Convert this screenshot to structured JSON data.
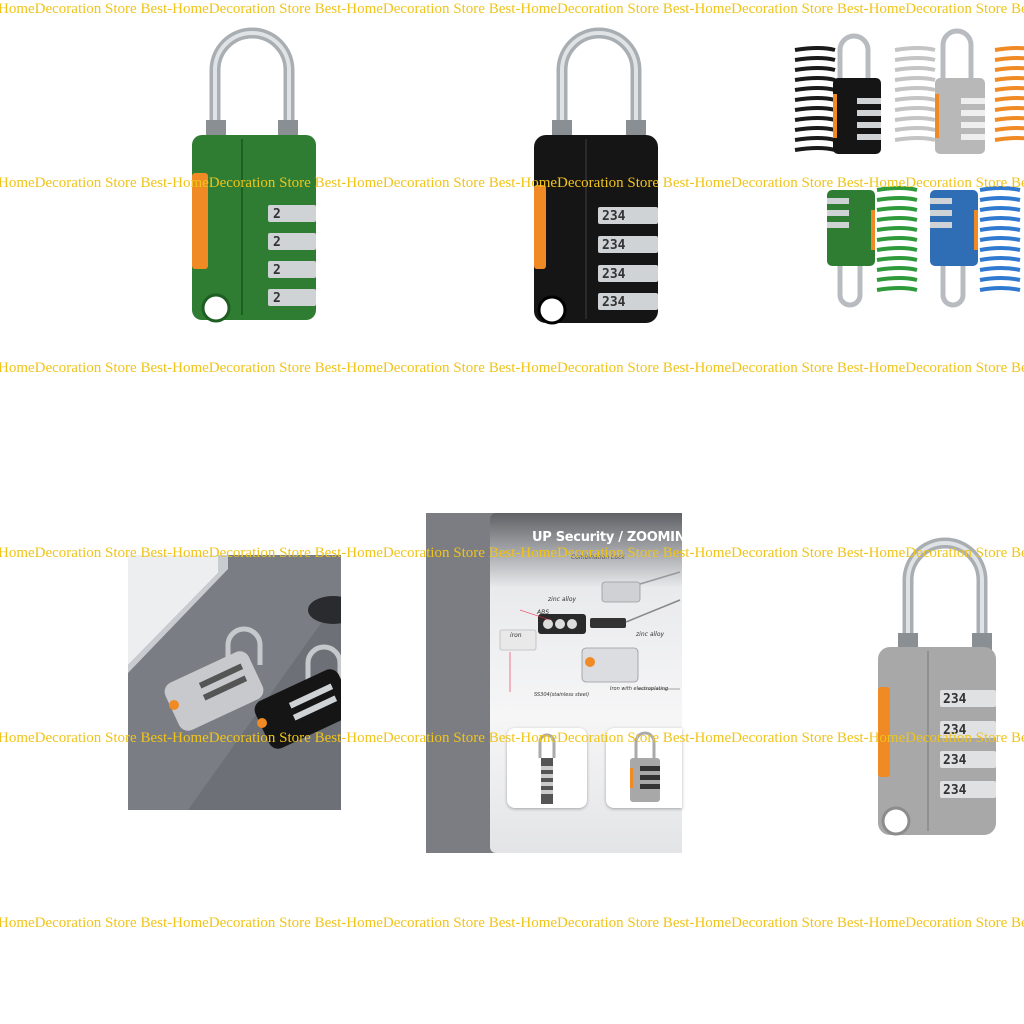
{
  "watermark": {
    "text": "Best-HomeDecoration Store",
    "repeat_text": "HomeDecoration Store Best-HomeDecoration Store Best-HomeDecoration Store Best-HomeDecoration Store Best-HomeDecoration Store Best-HomeDecoration Store Best-Ho",
    "color": "#f0c419"
  },
  "products": [
    {
      "id": "green-lock",
      "color": "#2e7d32",
      "accent": "#f08a24",
      "dials": [
        "2",
        "2",
        "2",
        "2"
      ]
    },
    {
      "id": "black-lock",
      "color": "#151515",
      "accent": "#f08a24",
      "dials": [
        "234",
        "234",
        "234",
        "234"
      ]
    },
    {
      "id": "coil-lock-variants",
      "colors": [
        "#1a1a1a",
        "#bdbdbd",
        "#f08a24",
        "#2e7d32",
        "#2f6db5"
      ]
    },
    {
      "id": "lifestyle-photo",
      "colors": [
        "#9e9e9e",
        "#151515"
      ]
    },
    {
      "id": "gray-lock",
      "color": "#a8a8a8",
      "accent": "#f08a24",
      "dials": [
        "234",
        "234",
        "234",
        "234"
      ]
    }
  ],
  "infographic": {
    "title": "UP Security / ZOOMING",
    "subtitle": "Combination Lock",
    "labels": {
      "zinc_alloy_top": "zinc alloy",
      "abs": "ABS",
      "iron": "iron",
      "zinc_alloy_right": "zinc alloy",
      "ss304": "SS304(stainless steel)",
      "iron_plating": "Iron with electroplating"
    }
  }
}
